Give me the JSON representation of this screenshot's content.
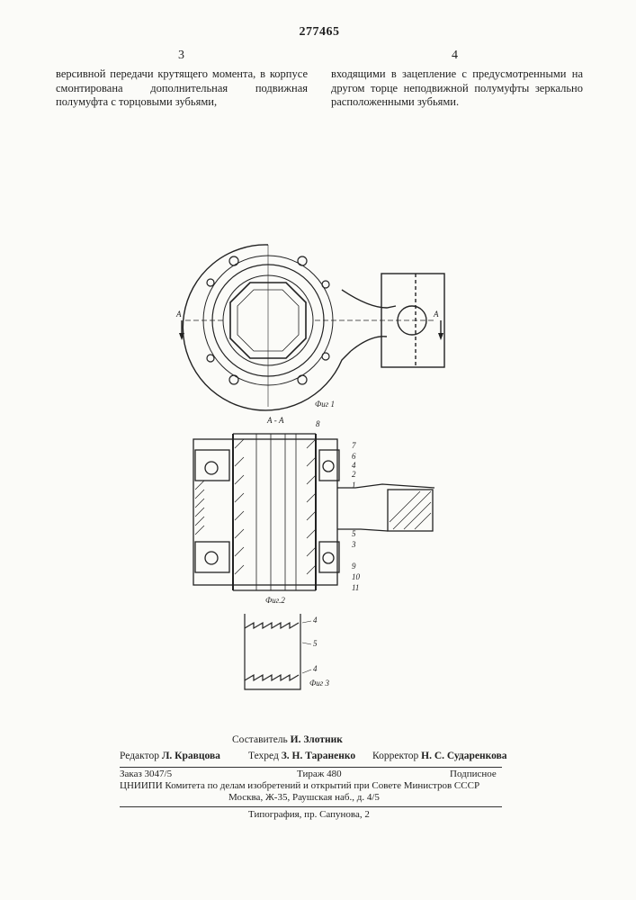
{
  "header": {
    "patent_number": "277465",
    "col_left_num": "3",
    "col_right_num": "4"
  },
  "text": {
    "left": "версивной передачи крутящего момента, в корпусе смонтирована дополнительная подвижная полумуфта с торцовыми зубьями,",
    "right": "входящими в зацепление с предусмотренными на другом торце неподвижной полумуфты зеркально расположенными зубьями."
  },
  "figures": {
    "fig1": {
      "caption": "Фиг 1",
      "section_mark": "А"
    },
    "fig2": {
      "caption": "Фиг.2",
      "section_title": "А - А",
      "labels": [
        "8",
        "7",
        "6",
        "4",
        "2",
        "1",
        "5",
        "3",
        "9",
        "10",
        "11"
      ]
    },
    "fig3": {
      "caption": "Фиг 3",
      "labels": [
        "4",
        "5",
        "4"
      ]
    }
  },
  "footer": {
    "compiler_label": "Составитель",
    "compiler_name": "И. Злотник",
    "editor_label": "Редактор",
    "editor_name": "Л. Кравцова",
    "techred_label": "Техред",
    "techred_name": "З. Н. Тараненко",
    "corrector_label": "Корректор",
    "corrector_name": "Н. С. Сударенкова",
    "order": "Заказ 3047/5",
    "circulation": "Тираж 480",
    "subscription": "Подписное",
    "org_line": "ЦНИИПИ Комитета по делам изобретений и открытий при Совете Министров СССР",
    "address": "Москва, Ж-35, Раушская наб., д. 4/5",
    "printing": "Типография, пр. Сапунова, 2"
  }
}
